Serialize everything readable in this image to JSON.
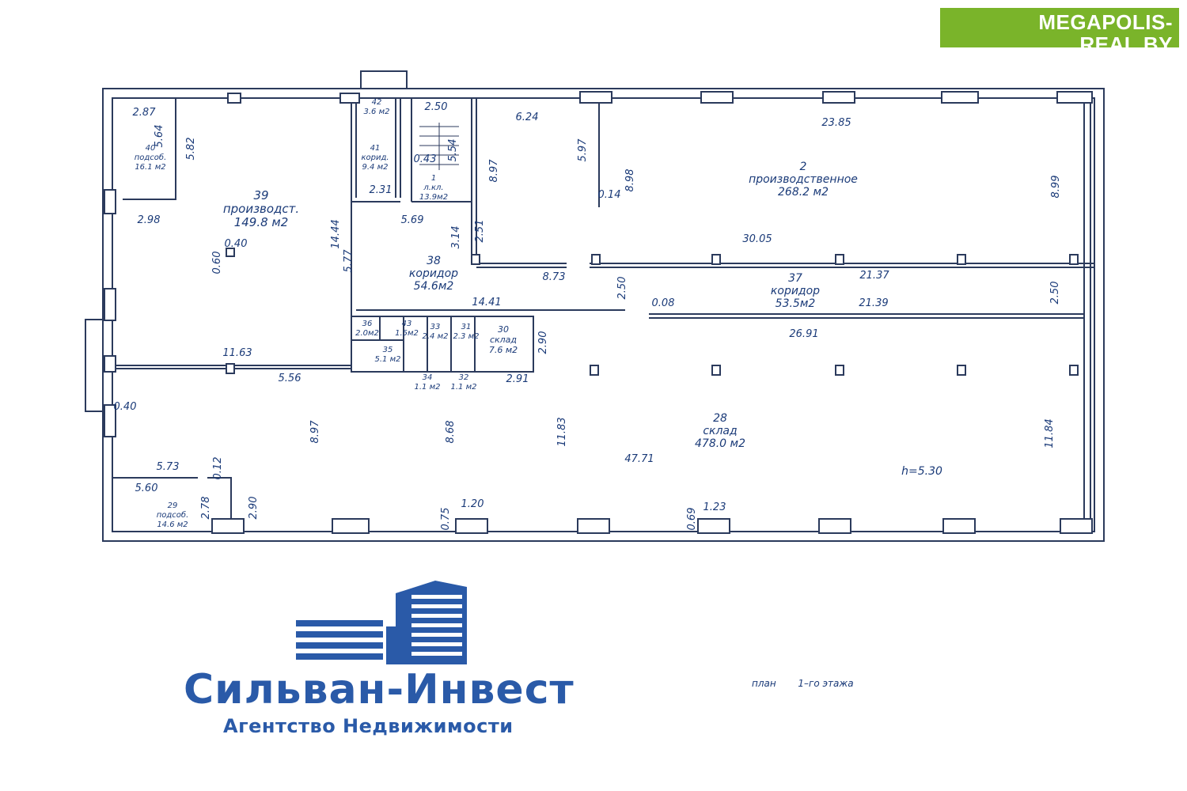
{
  "header_badge": {
    "title": "MEGAPOLIS-REAL.BY",
    "subtitle": "портал о коммерческой недвижимости в Беларуси"
  },
  "plan": {
    "caption_word": "план",
    "caption_floor": "1–го этажа",
    "ceiling_height": "h=5.30",
    "rooms": [
      {
        "number": "39",
        "name": "производст.",
        "area": "149.8 м2"
      },
      {
        "number": "40",
        "name": "подсоб.",
        "area": "16.1 м2"
      },
      {
        "number": "42",
        "name": "",
        "area": "3.6 м2"
      },
      {
        "number": "41",
        "name": "корид.",
        "area": "9.4 м2"
      },
      {
        "number": "1",
        "name": "л.кл.",
        "area": "13.9м2"
      },
      {
        "number": "2",
        "name": "производственное",
        "area": "268.2 м2"
      },
      {
        "number": "38",
        "name": "коридор",
        "area": "54.6м2"
      },
      {
        "number": "37",
        "name": "коридор",
        "area": "53.5м2"
      },
      {
        "number": "36",
        "name": "",
        "area": "2.0м2"
      },
      {
        "number": "43",
        "name": "",
        "area": "1.5м2"
      },
      {
        "number": "33",
        "name": "",
        "area": "2.4 м2"
      },
      {
        "number": "31",
        "name": "",
        "area": "2.3 м2"
      },
      {
        "number": "30",
        "name": "склад",
        "area": "7.6 м2"
      },
      {
        "number": "35",
        "name": "",
        "area": "5.1 м2"
      },
      {
        "number": "34",
        "name": "",
        "area": "1.1 м2"
      },
      {
        "number": "32",
        "name": "",
        "area": "1.1 м2"
      },
      {
        "number": "28",
        "name": "склад",
        "area": "478.0 м2"
      },
      {
        "number": "29",
        "name": "подсоб.",
        "area": "14.6 м2"
      }
    ],
    "dimensions": [
      "2.87",
      "5.64",
      "5.82",
      "2.98",
      "0.40",
      "0.60",
      "2.50",
      "0.43",
      "5.54",
      "2.31",
      "5.69",
      "14.44",
      "5.77",
      "6.24",
      "8.97",
      "5.97",
      "0.14",
      "8.98",
      "23.85",
      "8.99",
      "3.14",
      "2.51",
      "30.05",
      "8.73",
      "2.50",
      "21.37",
      "0.08",
      "21.39",
      "14.41",
      "2.90",
      "26.91",
      "11.63",
      "5.56",
      "2.91",
      "0.40",
      "8.97",
      "8.68",
      "11.83",
      "47.71",
      "11.84",
      "5.73",
      "0.12",
      "5.60",
      "2.78",
      "2.90",
      "0.75",
      "1.20",
      "0.69",
      "1.23",
      "2.50"
    ]
  },
  "logo": {
    "title": "Сильван-Инвест",
    "subtitle": "Агентство Недвижимости"
  },
  "colors": {
    "badge": "#7ab42a",
    "logo": "#2a5aa8",
    "ink": "#1a3a78"
  }
}
